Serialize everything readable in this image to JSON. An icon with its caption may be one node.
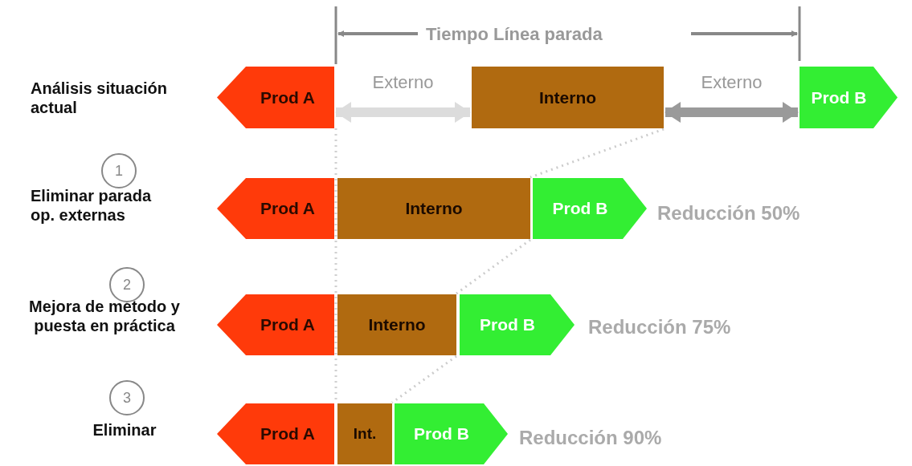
{
  "diagram": {
    "nodes": [
      {
        "text": [
          "Prod A"
        ]
      },
      {
        "text": [
          "Interno"
        ]
      },
      {
        "text": [
          "Prod B"
        ]
      },
      {
        "text": [
          "1"
        ]
      },
      {
        "text": [
          "Prod A"
        ]
      },
      {
        "text": [
          "Interno"
        ]
      },
      {
        "text": [
          "Prod B"
        ],
        "beside": [
          "Reducción 50%"
        ]
      },
      {
        "text": [
          "2"
        ]
      },
      {
        "text": [
          "Prod A"
        ]
      },
      {
        "text": [
          "Interno"
        ]
      },
      {
        "text": [
          "Prod B"
        ],
        "beside": [
          "Reducción 75%"
        ]
      },
      {
        "text": [
          "3"
        ]
      },
      {
        "text": [
          "Prod A"
        ]
      },
      {
        "text": [
          "Int."
        ]
      },
      {
        "text": [
          "Prod B"
        ],
        "beside": [
          "Reducción 90%"
        ]
      }
    ],
    "edges": [
      {
        "from": 0,
        "to": 1,
        "arrow": "both",
        "label": "Externo",
        "color": "#dcdcdc",
        "style": "thick"
      },
      {
        "from": 1,
        "to": 2,
        "arrow": "both",
        "label": "Externo",
        "color": "#9a9a9a",
        "style": "thick"
      },
      {
        "from": 1,
        "to": 5,
        "arrow": "none",
        "style": "dashed",
        "color": "#cccccc"
      },
      {
        "from": 5,
        "to": 9,
        "arrow": "none",
        "style": "dashed",
        "color": "#cccccc"
      },
      {
        "from": 9,
        "to": 13,
        "arrow": "none",
        "style": "dashed",
        "color": "#cccccc"
      }
    ],
    "labels": [
      "Tiempo Línea parada",
      "Análisis situación actual",
      "Eliminar parada op. externas",
      "Mejora de método y puesta en práctica",
      "Eliminar"
    ]
  }
}
